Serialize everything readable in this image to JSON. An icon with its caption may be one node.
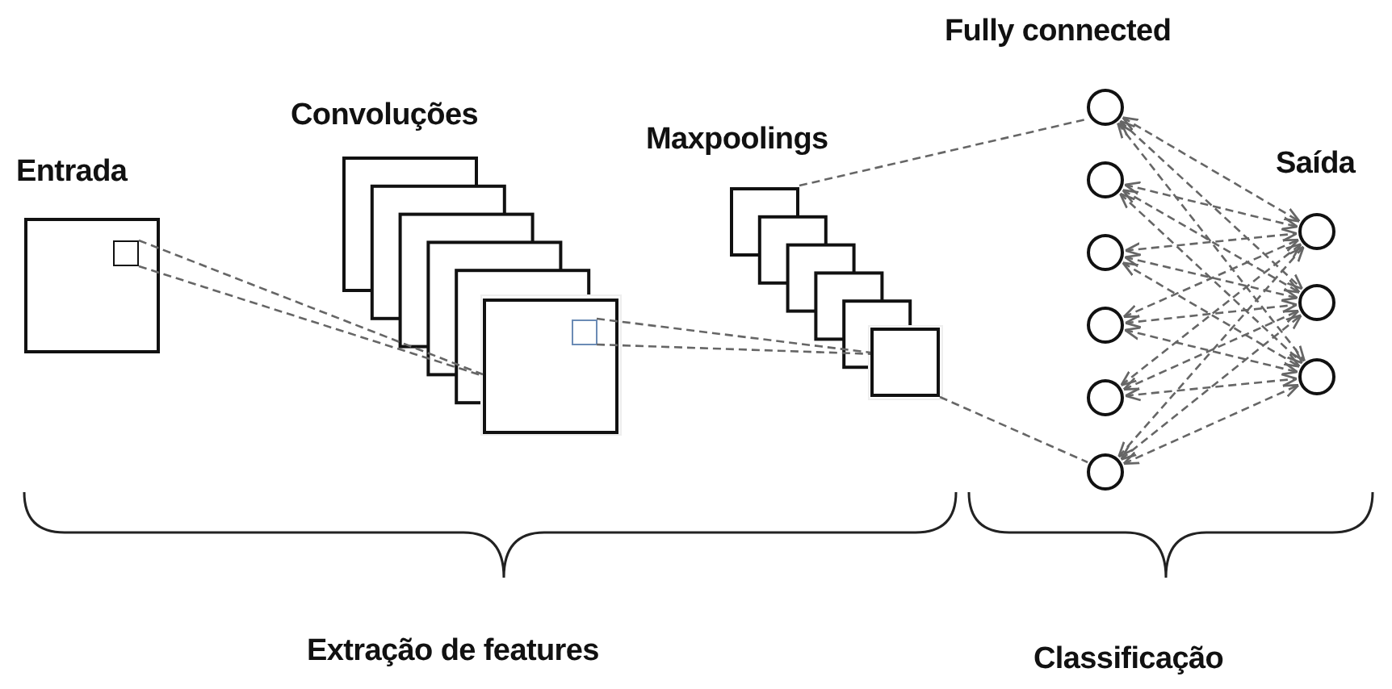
{
  "diagram": {
    "nodes": [
      {
        "text": [],
        "shape": "box"
      },
      {
        "text": [],
        "shape": "box",
        "in": 0
      },
      {
        "text": [],
        "shape": "stack"
      },
      {
        "text": [],
        "shape": "box",
        "in": 2
      },
      {
        "text": [],
        "shape": "box",
        "in": 3
      },
      {
        "text": [],
        "shape": "stack"
      },
      {
        "text": [],
        "shape": "box",
        "in": 5
      },
      {
        "text": [],
        "shape": "circle"
      },
      {
        "text": [],
        "shape": "circle"
      },
      {
        "text": [],
        "shape": "circle"
      },
      {
        "text": [],
        "shape": "circle"
      },
      {
        "text": [],
        "shape": "circle"
      },
      {
        "text": [],
        "shape": "circle"
      },
      {
        "text": [],
        "shape": "circle"
      },
      {
        "text": [],
        "shape": "circle"
      },
      {
        "text": [],
        "shape": "circle"
      }
    ],
    "edges": [
      {
        "from": 1,
        "to": 3,
        "arrow": "none",
        "style": "dashed"
      },
      {
        "from": 1,
        "to": 3,
        "arrow": "none",
        "style": "dashed"
      },
      {
        "from": 4,
        "to": 6,
        "arrow": "none",
        "style": "dashed"
      },
      {
        "from": 4,
        "to": 6,
        "arrow": "none",
        "style": "dashed"
      },
      {
        "from": 5,
        "to": 7,
        "arrow": "none",
        "style": "dashed"
      },
      {
        "from": 6,
        "to": 12,
        "arrow": "none",
        "style": "dashed"
      },
      {
        "from": 7,
        "to": 13,
        "arrow": "both",
        "style": "dashed"
      },
      {
        "from": 7,
        "to": 14,
        "arrow": "both",
        "style": "dashed"
      },
      {
        "from": 7,
        "to": 15,
        "arrow": "both",
        "style": "dashed"
      },
      {
        "from": 8,
        "to": 13,
        "arrow": "both",
        "style": "dashed"
      },
      {
        "from": 8,
        "to": 14,
        "arrow": "both",
        "style": "dashed"
      },
      {
        "from": 8,
        "to": 15,
        "arrow": "both",
        "style": "dashed"
      },
      {
        "from": 9,
        "to": 13,
        "arrow": "both",
        "style": "dashed"
      },
      {
        "from": 9,
        "to": 14,
        "arrow": "both",
        "style": "dashed"
      },
      {
        "from": 9,
        "to": 15,
        "arrow": "both",
        "style": "dashed"
      },
      {
        "from": 10,
        "to": 13,
        "arrow": "both",
        "style": "dashed"
      },
      {
        "from": 10,
        "to": 14,
        "arrow": "both",
        "style": "dashed"
      },
      {
        "from": 10,
        "to": 15,
        "arrow": "both",
        "style": "dashed"
      },
      {
        "from": 11,
        "to": 13,
        "arrow": "both",
        "style": "dashed"
      },
      {
        "from": 11,
        "to": 14,
        "arrow": "both",
        "style": "dashed"
      },
      {
        "from": 11,
        "to": 15,
        "arrow": "both",
        "style": "dashed"
      },
      {
        "from": 12,
        "to": 13,
        "arrow": "both",
        "style": "dashed"
      },
      {
        "from": 12,
        "to": 14,
        "arrow": "both",
        "style": "dashed"
      },
      {
        "from": 12,
        "to": 15,
        "arrow": "both",
        "style": "dashed"
      }
    ],
    "labels": [
      "Fully connected",
      "Convoluções",
      "Maxpoolings",
      "Entrada",
      "Saída",
      "Extração de features",
      "Classificação"
    ]
  }
}
